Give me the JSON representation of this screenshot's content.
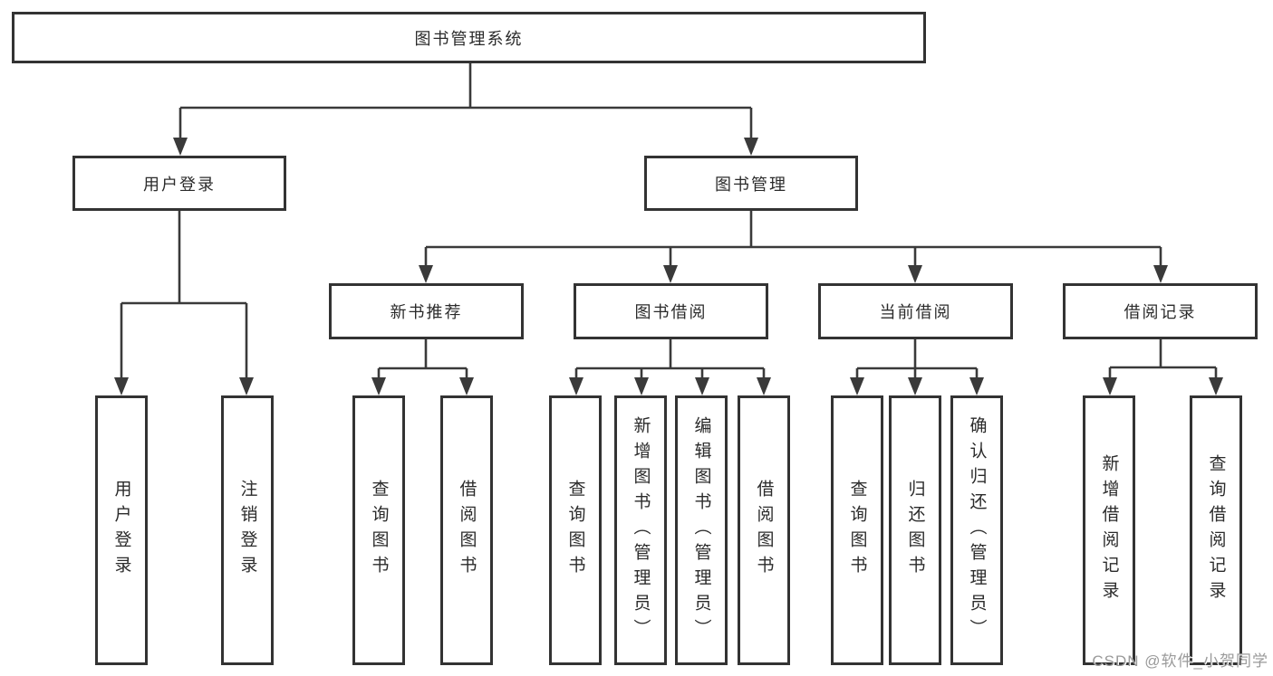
{
  "diagram": {
    "root": {
      "label": "图书管理系统"
    },
    "branches": [
      {
        "label": "用户登录",
        "children": [
          {
            "label": "用户登录"
          },
          {
            "label": "注销登录"
          }
        ]
      },
      {
        "label": "图书管理",
        "children": [
          {
            "label": "新书推荐",
            "children": [
              {
                "label": "查询图书"
              },
              {
                "label": "借阅图书"
              }
            ]
          },
          {
            "label": "图书借阅",
            "children": [
              {
                "label": "查询图书"
              },
              {
                "label": "新增图书（管理员）"
              },
              {
                "label": "编辑图书（管理员）"
              },
              {
                "label": "借阅图书"
              }
            ]
          },
          {
            "label": "当前借阅",
            "children": [
              {
                "label": "查询图书"
              },
              {
                "label": "归还图书"
              },
              {
                "label": "确认归还（管理员）"
              }
            ]
          },
          {
            "label": "借阅记录",
            "children": [
              {
                "label": "新增借阅记录"
              },
              {
                "label": "查询借阅记录"
              }
            ]
          }
        ]
      }
    ]
  },
  "watermark": {
    "text": "CSDN @软件_小贺同学",
    "color": "#9a9a9a"
  },
  "colors": {
    "line": "#3a3a3a",
    "box_border": "#333333",
    "text": "#2b2b2b",
    "background": "#ffffff"
  }
}
